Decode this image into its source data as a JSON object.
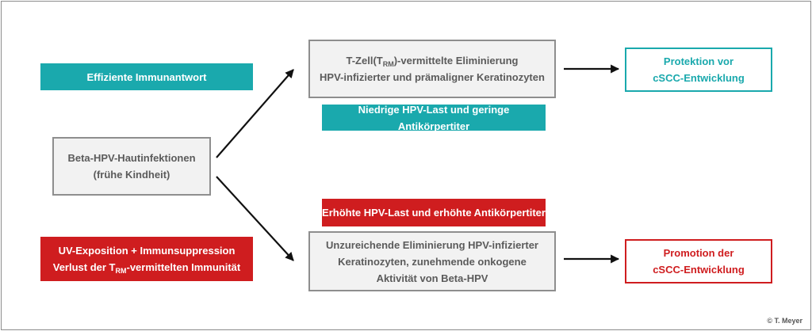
{
  "diagram": {
    "left": {
      "immune_response": "Effiziente Immunantwort",
      "infection": {
        "line1": "Beta-HPV-Hautinfektionen",
        "line2": "(frühe Kindheit)"
      },
      "uv_exposure": {
        "line1": "UV-Exposition + Immunsuppression",
        "line2_pre": "Verlust der T",
        "line2_sub": "RM",
        "line2_post": "-vermittelten Immunität"
      }
    },
    "upper_path": {
      "mechanism": {
        "line1_pre": "T-Zell(T",
        "line1_sub": "RM",
        "line1_post": ")-vermittelte Eliminierung",
        "line2": "HPV-infizierter und prämaligner Keratinozyten"
      },
      "marker": "Niedrige HPV-Last und geringe Antikörpertiter",
      "outcome": {
        "line1": "Protektion vor",
        "line2": "cSCC-Entwicklung"
      }
    },
    "lower_path": {
      "marker": "Erhöhte HPV-Last und erhöhte Antikörpertiter",
      "mechanism": {
        "line1": "Unzureichende Eliminierung HPV-infizierter",
        "line2": "Keratinozyten, zunehmende onkogene",
        "line3": "Aktivität von Beta-HPV"
      },
      "outcome": {
        "line1": "Promotion der",
        "line2": "cSCC-Entwicklung"
      }
    },
    "copyright": "© T. Meyer",
    "colors": {
      "teal": "#1aa9ad",
      "red": "#cf1d1f",
      "grey_border": "#8e8e8e",
      "grey_fill": "#f2f2f2",
      "text_grey": "#5b5b5b"
    }
  }
}
